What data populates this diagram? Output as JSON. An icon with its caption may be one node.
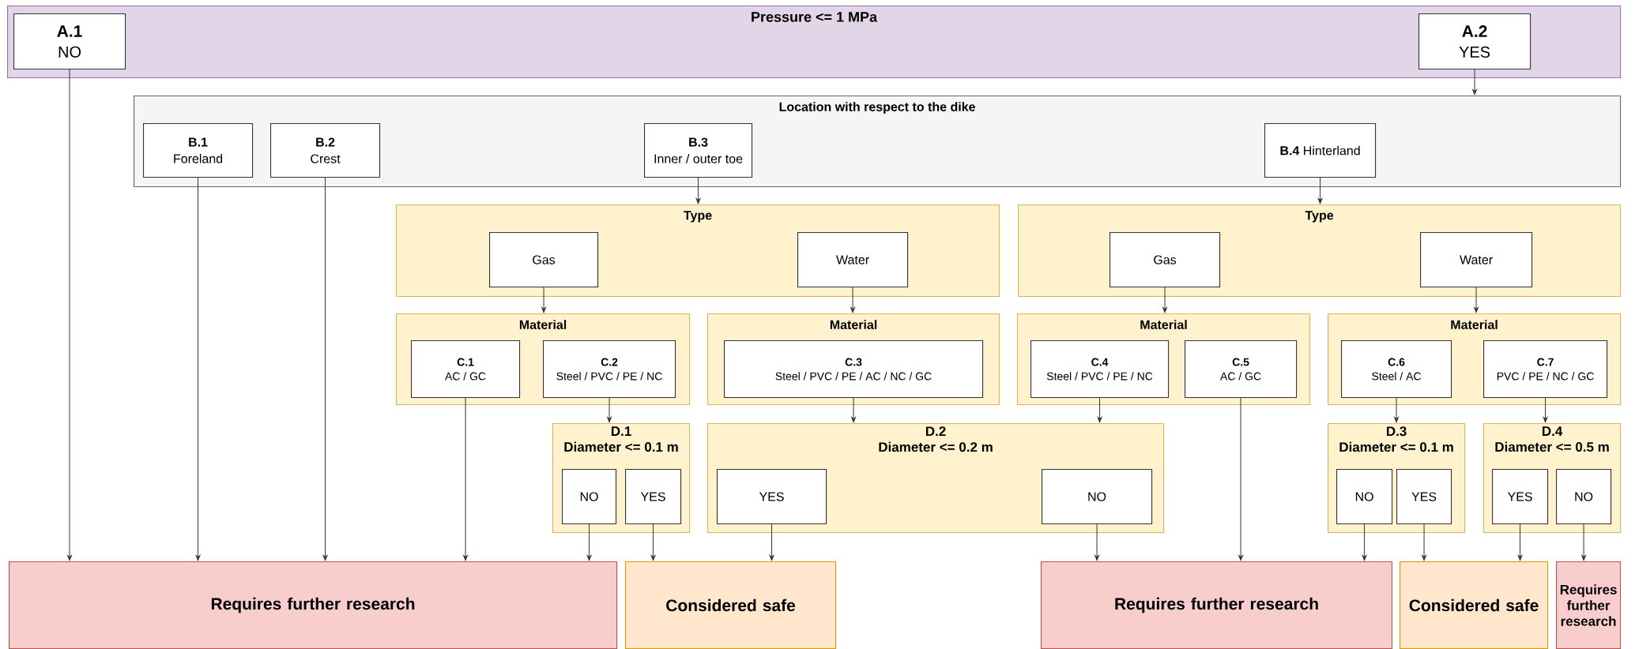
{
  "diagram": {
    "nodes": [
      {
        "text": [
          "Pressure <= 1 MPa"
        ]
      },
      {
        "text": [
          "A.1",
          "NO"
        ],
        "in": 0
      },
      {
        "text": [
          "A.2",
          "YES"
        ],
        "in": 0
      },
      {
        "text": [
          "Location with respect to the dike"
        ]
      },
      {
        "text": [
          "B.1",
          "Foreland"
        ],
        "in": 3
      },
      {
        "text": [
          "B.2",
          "Crest"
        ],
        "in": 3
      },
      {
        "text": [
          "B.3",
          "Inner / outer toe"
        ],
        "in": 3
      },
      {
        "text": [
          "**B.4** Hinterland"
        ],
        "in": 3
      },
      {
        "text": [
          "Type"
        ]
      },
      {
        "text": [
          "Gas"
        ],
        "in": 8
      },
      {
        "text": [
          "Water"
        ],
        "in": 8
      },
      {
        "text": [
          "Type"
        ]
      },
      {
        "text": [
          "Gas"
        ],
        "in": 11
      },
      {
        "text": [
          "Water"
        ],
        "in": 11
      },
      {
        "text": [
          "Material"
        ]
      },
      {
        "text": [
          "C.1",
          "AC / GC"
        ],
        "in": 14
      },
      {
        "text": [
          "C.2",
          "Steel / PVC / PE / NC"
        ],
        "in": 14
      },
      {
        "text": [
          "Material"
        ]
      },
      {
        "text": [
          "C.3",
          "Steel / PVC / PE / AC / NC / GC"
        ],
        "in": 17
      },
      {
        "text": [
          "Material"
        ]
      },
      {
        "text": [
          "C.4",
          "Steel / PVC / PE / NC"
        ],
        "in": 19
      },
      {
        "text": [
          "C.5",
          "AC / GC"
        ],
        "in": 19
      },
      {
        "text": [
          "Material"
        ]
      },
      {
        "text": [
          "C.6",
          "Steel / AC"
        ],
        "in": 22
      },
      {
        "text": [
          "C.7",
          "PVC / PE / NC / GC"
        ],
        "in": 22
      },
      {
        "text": [
          "D.1",
          "Diameter <= 0.1 m"
        ]
      },
      {
        "text": [
          "NO"
        ],
        "in": 25
      },
      {
        "text": [
          "YES"
        ],
        "in": 25
      },
      {
        "text": [
          "D.2",
          "Diameter <= 0.2 m"
        ]
      },
      {
        "text": [
          "YES"
        ],
        "in": 28
      },
      {
        "text": [
          "NO"
        ],
        "in": 28
      },
      {
        "text": [
          "D.3",
          "Diameter <= 0.1 m"
        ]
      },
      {
        "text": [
          "NO"
        ],
        "in": 31
      },
      {
        "text": [
          "YES"
        ],
        "in": 31
      },
      {
        "text": [
          "D.4",
          "Diameter <= 0.5 m"
        ]
      },
      {
        "text": [
          "YES"
        ],
        "in": 34
      },
      {
        "text": [
          "NO"
        ],
        "in": 34
      },
      {
        "text": [
          "Requires further research"
        ]
      },
      {
        "text": [
          "Considered safe"
        ]
      },
      {
        "text": [
          "Requires further research"
        ]
      },
      {
        "text": [
          "Considered safe"
        ]
      },
      {
        "text": [
          "Requires further research"
        ]
      }
    ],
    "edges": [
      {
        "from": 1,
        "to": 37,
        "arrow": "to"
      },
      {
        "from": 2,
        "to": 3,
        "arrow": "to"
      },
      {
        "from": 4,
        "to": 37,
        "arrow": "to"
      },
      {
        "from": 5,
        "to": 37,
        "arrow": "to"
      },
      {
        "from": 6,
        "to": 8,
        "arrow": "to"
      },
      {
        "from": 7,
        "to": 11,
        "arrow": "to"
      },
      {
        "from": 9,
        "to": 14,
        "arrow": "to"
      },
      {
        "from": 10,
        "to": 17,
        "arrow": "to"
      },
      {
        "from": 12,
        "to": 19,
        "arrow": "to"
      },
      {
        "from": 13,
        "to": 22,
        "arrow": "to"
      },
      {
        "from": 15,
        "to": 37,
        "arrow": "to"
      },
      {
        "from": 16,
        "to": 25,
        "arrow": "to"
      },
      {
        "from": 18,
        "to": 28,
        "arrow": "to"
      },
      {
        "from": 20,
        "to": 28,
        "arrow": "to"
      },
      {
        "from": 21,
        "to": 39,
        "arrow": "to"
      },
      {
        "from": 23,
        "to": 31,
        "arrow": "to"
      },
      {
        "from": 24,
        "to": 34,
        "arrow": "to"
      },
      {
        "from": 26,
        "to": 37,
        "arrow": "to"
      },
      {
        "from": 27,
        "to": 38,
        "arrow": "to"
      },
      {
        "from": 29,
        "to": 38,
        "arrow": "to"
      },
      {
        "from": 30,
        "to": 39,
        "arrow": "to"
      },
      {
        "from": 32,
        "to": 39,
        "arrow": "to"
      },
      {
        "from": 33,
        "to": 40,
        "arrow": "to"
      },
      {
        "from": 35,
        "to": 40,
        "arrow": "to"
      },
      {
        "from": 36,
        "to": 41,
        "arrow": "to"
      }
    ]
  }
}
